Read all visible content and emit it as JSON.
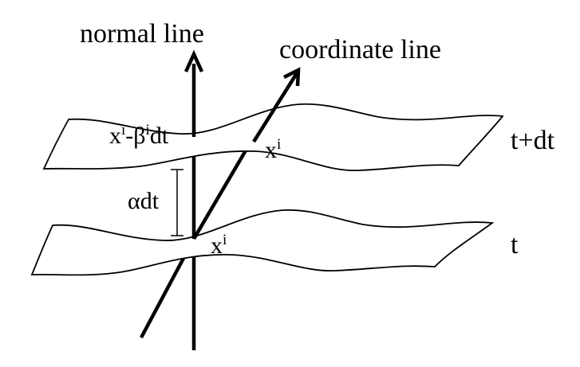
{
  "labels": {
    "normal_line": "normal line",
    "coordinate_line": "coordinate line",
    "slice_top": "t+dt",
    "slice_bottom": "t",
    "lapse": "αdt",
    "shift_point_base": "x",
    "shift_point_sup": "i",
    "shift_point_mid": "-β",
    "shift_point_sup2": "i",
    "shift_point_tail": "dt",
    "top_point_base": "x",
    "top_point_sup": "i",
    "bottom_point_base": "x",
    "bottom_point_sup": "i"
  },
  "colors": {
    "ink": "#000000",
    "sheet_fill": "#ffffff"
  }
}
